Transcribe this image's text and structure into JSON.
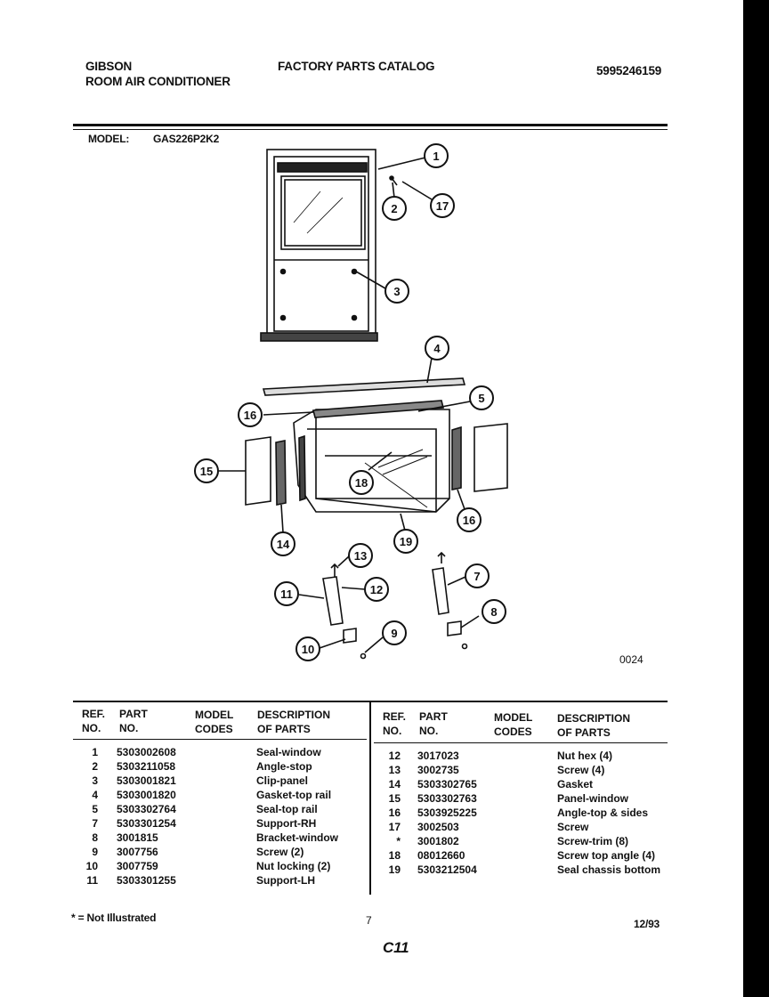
{
  "header": {
    "brand": "GIBSON",
    "product": "ROOM AIR CONDITIONER",
    "title": "FACTORY PARTS CATALOG",
    "catalog_number": "5995246159"
  },
  "model": {
    "label": "MODEL:",
    "value": "GAS226P2K2"
  },
  "diagram": {
    "code": "0024",
    "callouts": [
      "1",
      "2",
      "17",
      "3",
      "4",
      "5",
      "16",
      "15",
      "18",
      "16",
      "14",
      "19",
      "13",
      "12",
      "11",
      "7",
      "8",
      "10",
      "9"
    ]
  },
  "table": {
    "headers": {
      "ref": [
        "REF.",
        "NO."
      ],
      "part": [
        "PART",
        "NO."
      ],
      "codes": [
        "MODEL",
        "CODES"
      ],
      "desc": [
        "DESCRIPTION",
        "OF PARTS"
      ]
    },
    "left": [
      {
        "ref": "1",
        "part": "5303002608",
        "desc": "Seal-window"
      },
      {
        "ref": "2",
        "part": "5303211058",
        "desc": "Angle-stop"
      },
      {
        "ref": "3",
        "part": "5303001821",
        "desc": "Clip-panel"
      },
      {
        "ref": "4",
        "part": "5303001820",
        "desc": "Gasket-top rail"
      },
      {
        "ref": "5",
        "part": "5303302764",
        "desc": "Seal-top rail"
      },
      {
        "ref": "7",
        "part": "5303301254",
        "desc": "Support-RH"
      },
      {
        "ref": "8",
        "part": "3001815",
        "desc": "Bracket-window"
      },
      {
        "ref": "9",
        "part": "3007756",
        "desc": "Screw (2)"
      },
      {
        "ref": "10",
        "part": "3007759",
        "desc": "Nut locking (2)"
      },
      {
        "ref": "11",
        "part": "5303301255",
        "desc": "Support-LH"
      }
    ],
    "right": [
      {
        "ref": "12",
        "part": "3017023",
        "desc": "Nut hex (4)"
      },
      {
        "ref": "13",
        "part": "3002735",
        "desc": "Screw (4)"
      },
      {
        "ref": "14",
        "part": "5303302765",
        "desc": "Gasket"
      },
      {
        "ref": "15",
        "part": "5303302763",
        "desc": "Panel-window"
      },
      {
        "ref": "16",
        "part": "5303925225",
        "desc": "Angle-top & sides"
      },
      {
        "ref": "17",
        "part": "3002503",
        "desc": "Screw"
      },
      {
        "ref": "*",
        "part": "3001802",
        "desc": "Screw-trim (8)"
      },
      {
        "ref": "18",
        "part": "08012660",
        "desc": "Screw top angle (4)"
      },
      {
        "ref": "19",
        "part": "5303212504",
        "desc": "Seal chassis bottom"
      }
    ]
  },
  "footer": {
    "note": "* = Not Illustrated",
    "page": "7",
    "date": "12/93",
    "stamp": "C11"
  }
}
